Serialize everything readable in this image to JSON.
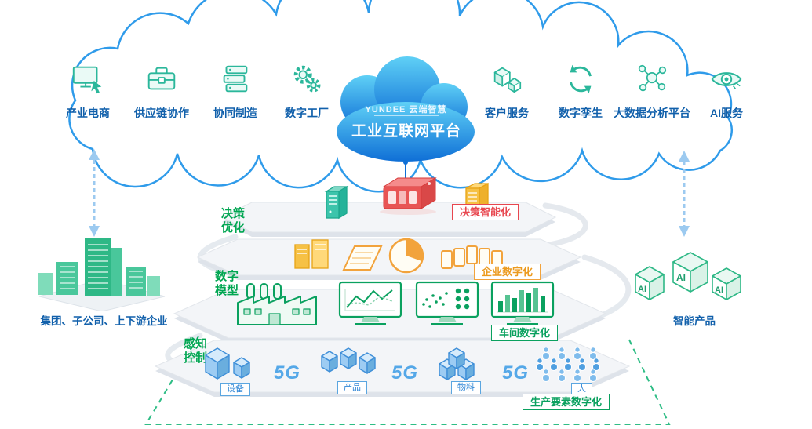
{
  "cloud": {
    "brand": "YUNDEE 云端智慧",
    "title": "工业互联网平台",
    "services": [
      {
        "label": "产业电商"
      },
      {
        "label": "供应链协作"
      },
      {
        "label": "协同制造"
      },
      {
        "label": "数字工厂"
      },
      {
        "label": "客户服务"
      },
      {
        "label": "数字孪生"
      },
      {
        "label": "大数据分析平台"
      },
      {
        "label": "AI服务"
      }
    ]
  },
  "sides": {
    "left_label": "集团、子公司、上下游企业",
    "right_label": "智能产品"
  },
  "layers": {
    "decision": {
      "label_line1": "决策",
      "label_line2": "优化",
      "tag": "决策智能化"
    },
    "digital_model": {
      "label_line1": "数字",
      "label_line2": "模型",
      "tag": "企业数字化"
    },
    "workshop": {
      "tag": "车间数字化"
    },
    "perception": {
      "label_line1": "感知",
      "label_line2": "控制",
      "tag": "生产要素数字化"
    }
  },
  "factors": {
    "equipment": "设备",
    "product": "产品",
    "material": "物料",
    "person": "人",
    "five_g": "5G"
  },
  "products": {
    "ai_mark": "AI"
  },
  "colors": {
    "cloud_outline": "#2f9bea",
    "label_blue": "#1160ab",
    "teal": "#2bb79b",
    "green": "#0aa15f",
    "yellow": "#f2a33c",
    "red": "#e8474f",
    "blue_5g": "#55a8e8"
  }
}
